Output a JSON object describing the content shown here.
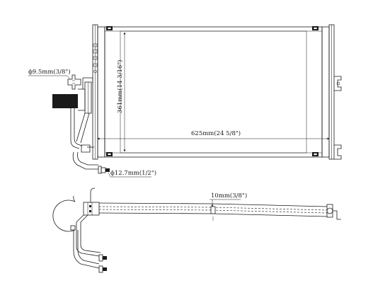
{
  "dimensions": {
    "core_width": "625mm(24 5/8\")",
    "core_height": "361mm(14 3/16\")",
    "inlet_fitting": "ϕ9.5mm(3/8\")",
    "outlet_fitting": "ϕ12.7mm(1/2\")",
    "core_thickness": "10mm(3/8\")"
  }
}
